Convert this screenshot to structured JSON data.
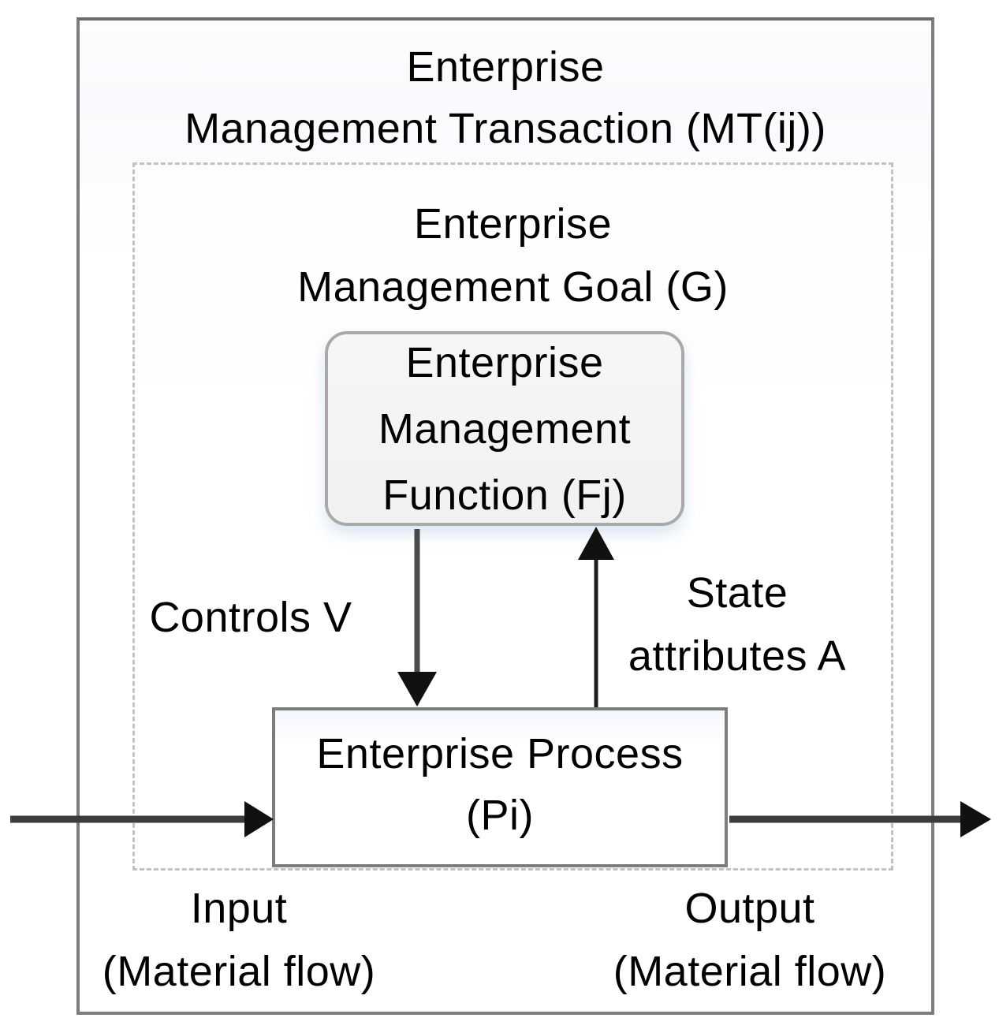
{
  "diagram": {
    "transaction_box": {
      "title_line1": "Enterprise",
      "title_line2": "Management Transaction (MT(ij))"
    },
    "goal_box": {
      "title_line1": "Enterprise",
      "title_line2": "Management Goal (G)"
    },
    "function_box": {
      "line1": "Enterprise",
      "line2": "Management",
      "line3": "Function (Fj)"
    },
    "process_box": {
      "line1": "Enterprise Process",
      "line2": "(Pi)"
    },
    "labels": {
      "controls": "Controls V",
      "state_line1": "State",
      "state_line2": "attributes A",
      "input_line1": "Input",
      "input_line2": "(Material flow)",
      "output_line1": "Output",
      "output_line2": "(Material flow)"
    },
    "colors": {
      "solid_border": "#7d7d7d",
      "dashed_border": "#c2c2c2",
      "function_fill": "#f2f2f2",
      "function_border": "#a9a9a9",
      "arrow_stroke": "#3c3c3c",
      "arrow_head": "#111111",
      "text": "#000000",
      "background": "#ffffff"
    }
  }
}
